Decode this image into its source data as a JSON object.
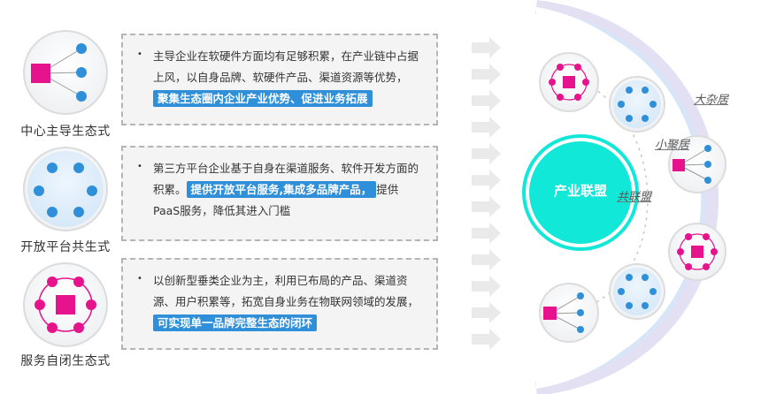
{
  "modes": [
    {
      "label": "中心主导生态式",
      "icon": "center-dominant-icon",
      "text_prefix": "主导企业在软硬件方面均有足够积累，在产业链中占据上风，以自身品牌、软硬件产品、渠道资源等优势，",
      "highlight": "聚集生态圈内企业产业优势、促进业务拓展"
    },
    {
      "label": "开放平台共生式",
      "icon": "open-platform-icon",
      "text_prefix": "第三方平台企业基于自身在渠道服务、软件开发方面的积累。",
      "highlight": "提供开放平台服务,集成多品牌产品，",
      "text_suffix": "提供PaaS服务，降低其进入门槛"
    },
    {
      "label": "服务自闭生态式",
      "icon": "service-closed-icon",
      "text_prefix": "以创新型垂类企业为主，利用已布局的产品、渠道资源、用户积累等，拓宽自身业务在物联网领域的发展，",
      "highlight": "可实现单一品牌完整生态的闭环"
    }
  ],
  "right": {
    "core": "产业联盟",
    "labels": {
      "big": "大杂居",
      "small": "小聚居",
      "alliance": "共联盟"
    }
  },
  "colors": {
    "magenta": "#e6138c",
    "blue": "#2f8fd8",
    "cyan": "#12e8d8",
    "lavender": "#d9d3ee"
  }
}
